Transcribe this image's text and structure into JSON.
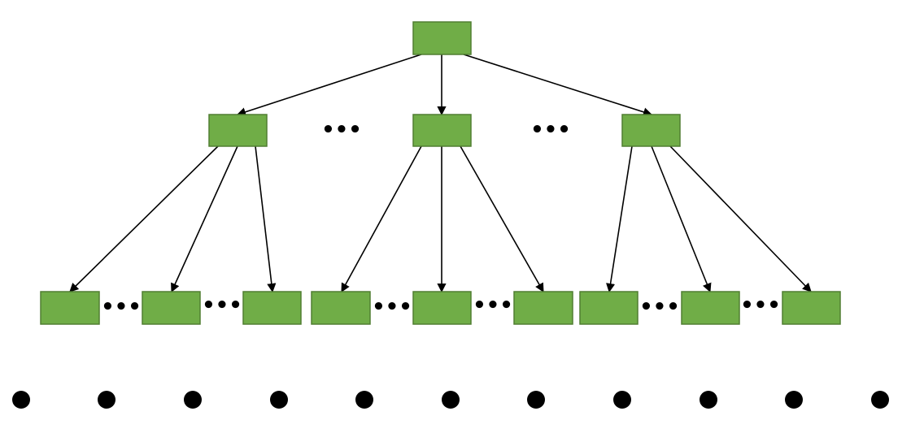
{
  "diagram": {
    "type": "tree",
    "node_color": "#70ad47",
    "node_border_color": "#507e32",
    "edge_color": "#000000",
    "ellipsis_text": "•••",
    "levels": [
      {
        "name": "root",
        "node_count": 1
      },
      {
        "name": "middle",
        "node_count": 3,
        "ellipsis_between": true
      },
      {
        "name": "leaves",
        "node_count": 9,
        "ellipsis_between": true
      }
    ],
    "edges": [
      [
        "root",
        "mid-0"
      ],
      [
        "root",
        "mid-1"
      ],
      [
        "root",
        "mid-2"
      ],
      [
        "mid-0",
        "leaf-0"
      ],
      [
        "mid-0",
        "leaf-1"
      ],
      [
        "mid-0",
        "leaf-2"
      ],
      [
        "mid-1",
        "leaf-3"
      ],
      [
        "mid-1",
        "leaf-4"
      ],
      [
        "mid-1",
        "leaf-5"
      ],
      [
        "mid-2",
        "leaf-6"
      ],
      [
        "mid-2",
        "leaf-7"
      ],
      [
        "mid-2",
        "leaf-8"
      ]
    ],
    "continuation_dots": 11
  }
}
